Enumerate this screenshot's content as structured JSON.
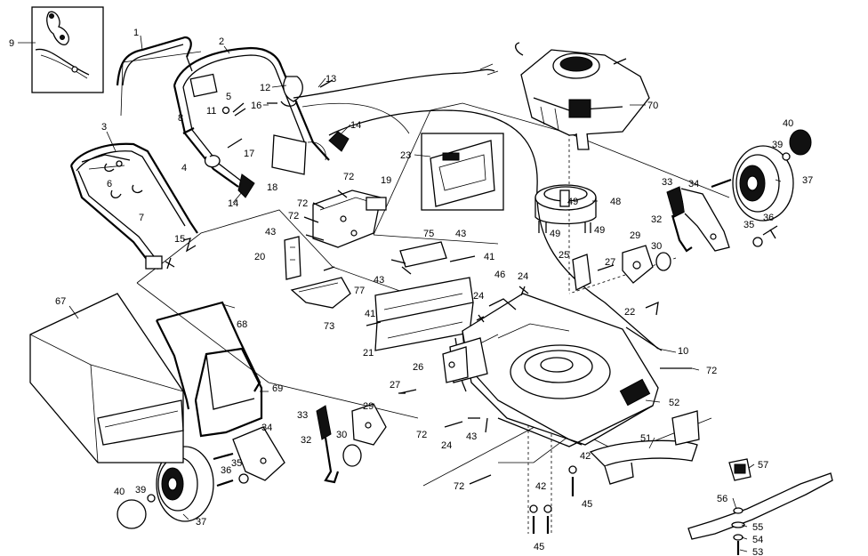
{
  "diagram": {
    "labels": {
      "p1": "1",
      "p2": "2",
      "p3": "3",
      "p4": "4",
      "p5": "5",
      "p6": "6",
      "p7": "7",
      "p8": "8",
      "p9": "9",
      "p10": "10",
      "p11": "11",
      "p12": "12",
      "p13": "13",
      "p14a": "14",
      "p14b": "14",
      "p15": "15",
      "p16": "16",
      "p17": "17",
      "p18": "18",
      "p19": "19",
      "p20": "20",
      "p21": "21",
      "p22": "22",
      "p23": "23",
      "p24a": "24",
      "p24b": "24",
      "p24c": "24",
      "p25": "25",
      "p26": "26",
      "p27a": "27",
      "p27b": "27",
      "p29a": "29",
      "p29b": "29",
      "p30a": "30",
      "p30b": "30",
      "p32a": "32",
      "p32b": "32",
      "p33a": "33",
      "p33b": "33",
      "p34a": "34",
      "p34b": "34",
      "p35a": "35",
      "p35b": "35",
      "p36a": "36",
      "p36b": "36",
      "p37a": "37",
      "p37b": "37",
      "p39a": "39",
      "p39b": "39",
      "p40a": "40",
      "p40b": "40",
      "p41a": "41",
      "p41b": "41",
      "p42a": "42",
      "p42b": "42",
      "p43a": "43",
      "p43b": "43",
      "p43c": "43",
      "p43d": "43",
      "p45a": "45",
      "p45b": "45",
      "p46": "46",
      "p48": "48",
      "p49a": "49",
      "p49b": "49",
      "p49c": "49",
      "p51": "51",
      "p52": "52",
      "p53": "53",
      "p54": "54",
      "p55": "55",
      "p56": "56",
      "p57": "57",
      "p67": "67",
      "p68": "68",
      "p69": "69",
      "p70": "70",
      "p72a": "72",
      "p72b": "72",
      "p72c": "72",
      "p72d": "72",
      "p72e": "72",
      "p72f": "72",
      "p73": "73",
      "p75": "75",
      "p77": "77"
    }
  }
}
